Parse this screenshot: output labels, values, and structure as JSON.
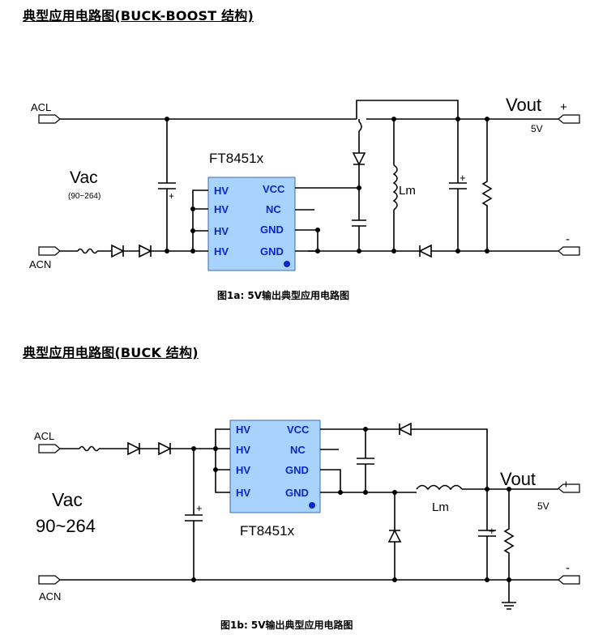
{
  "section_a": {
    "title": "典型应用电路图(BUCK-BOOST 结构)",
    "caption": "图1a:  5V输出典型应用电路图",
    "acl": "ACL",
    "acn": "ACN",
    "vac": "Vac",
    "vac_range": "(90~264)",
    "chip_name": "FT8451x",
    "pins_left": [
      "HV",
      "HV",
      "HV",
      "HV"
    ],
    "pins_right": [
      "VCC",
      "NC",
      "GND",
      "GND"
    ],
    "inductor": "Lm",
    "vout": "Vout",
    "vout_value": "5V",
    "plus": "+",
    "minus": "-"
  },
  "section_b": {
    "title": "典型应用电路图(BUCK 结构)",
    "caption": "图1b: 5V输出典型应用电路图",
    "acl": "ACL",
    "acn": "ACN",
    "vac": "Vac",
    "vac_range": "90~264",
    "chip_name": "FT8451x",
    "pins_left": [
      "HV",
      "HV",
      "HV",
      "HV"
    ],
    "pins_right": [
      "VCC",
      "NC",
      "GND",
      "GND"
    ],
    "inductor": "Lm",
    "vout": "Vout",
    "vout_value": "5V",
    "plus": "+",
    "minus": "-"
  },
  "colors": {
    "chip_fill": "#a8d3ff",
    "pin_text": "#0a25c8",
    "wire": "#000000"
  }
}
